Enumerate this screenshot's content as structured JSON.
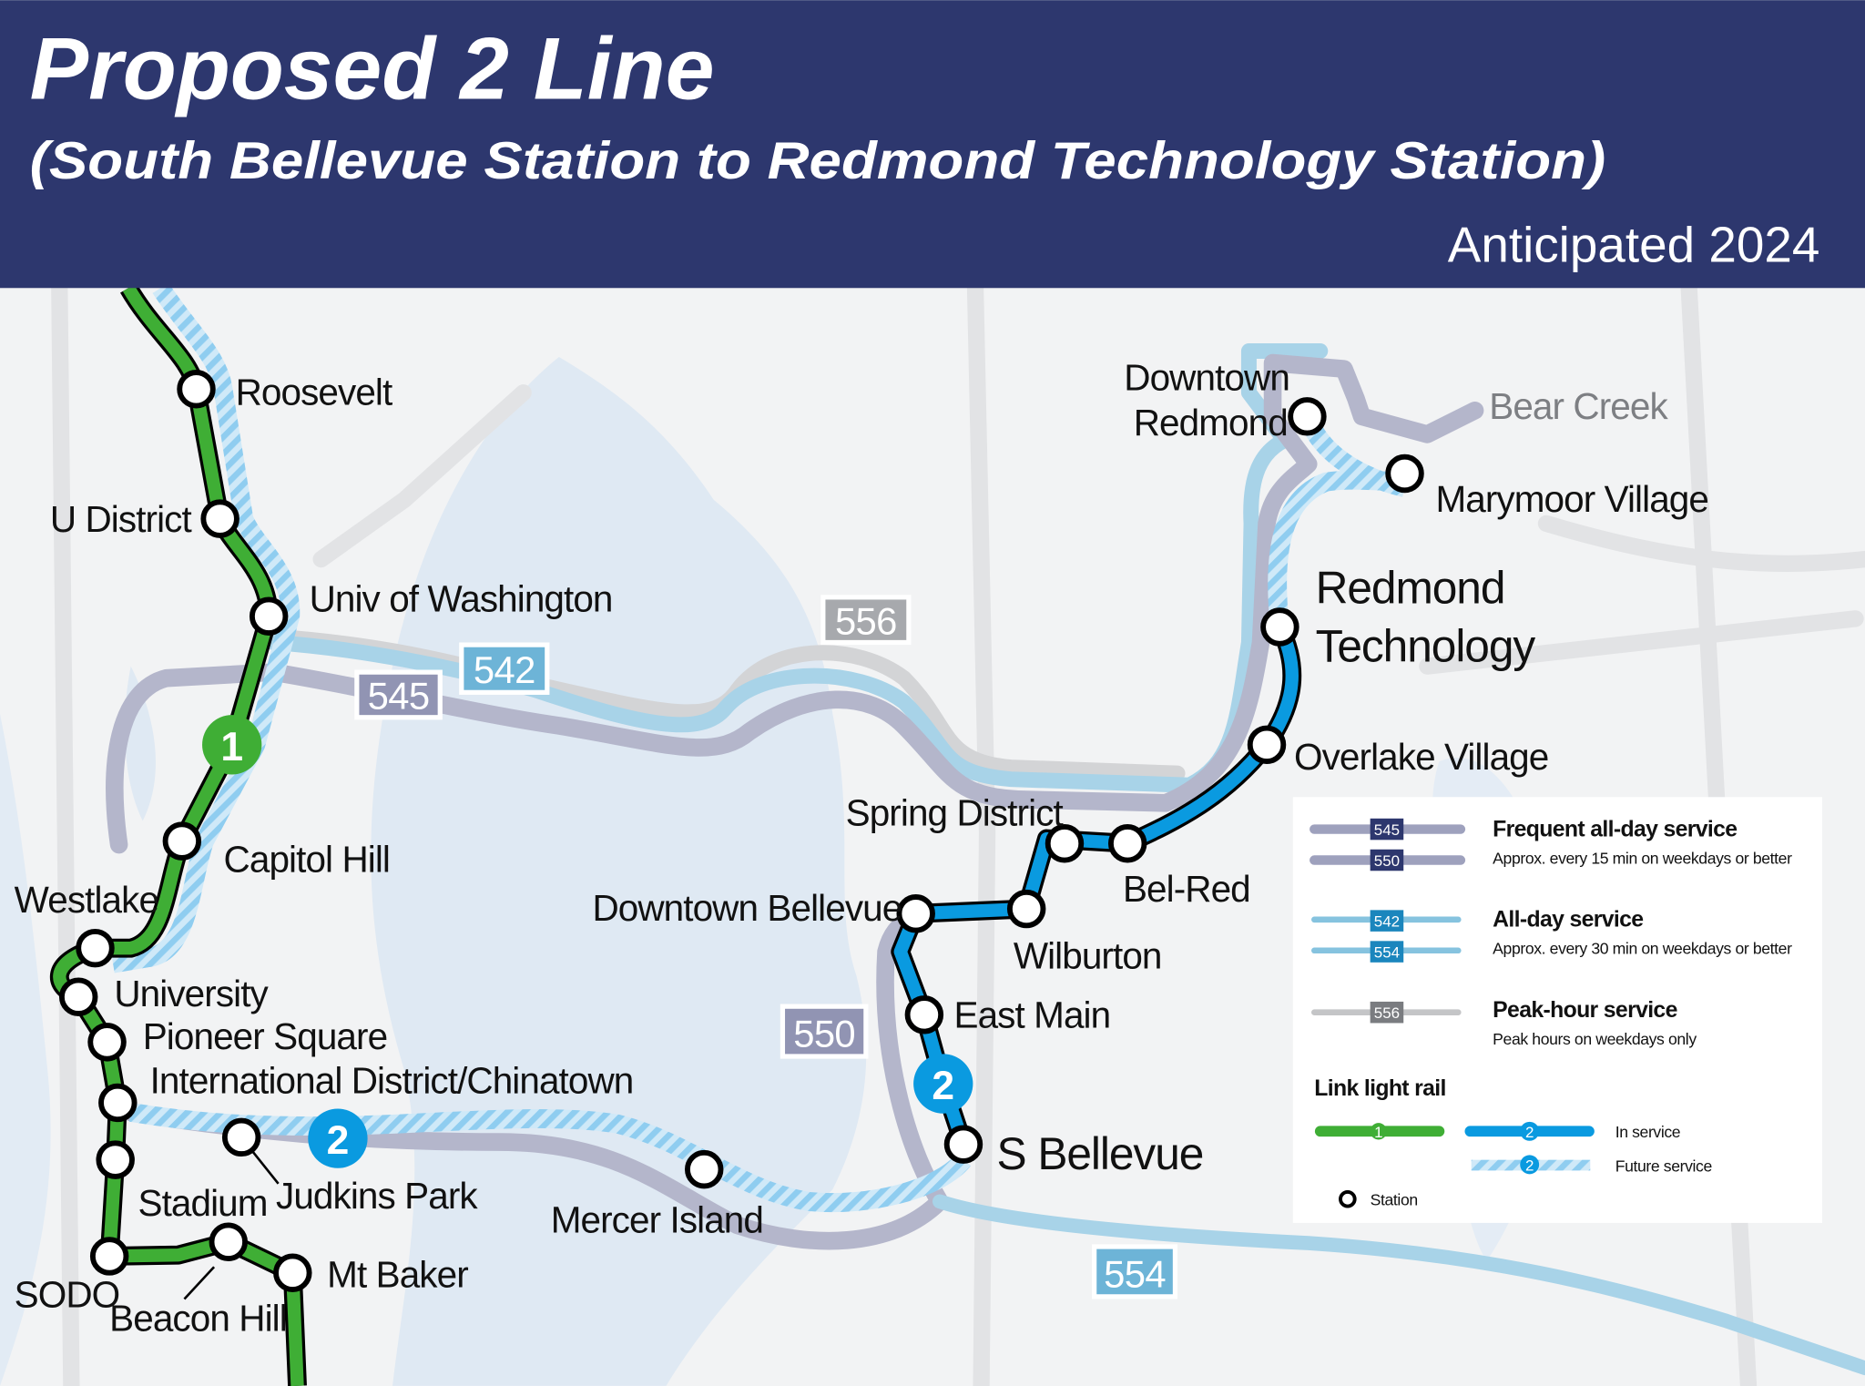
{
  "header": {
    "title": "Proposed 2 Line",
    "subtitle": "(South Bellevue Station to Redmond Technology Station)",
    "date": "Anticipated 2024"
  },
  "colors": {
    "header_bg": "#2d376e",
    "line1": "#3fae35",
    "line2": "#0a9ae0",
    "line2_future": "#a9d9f4",
    "frequent_route": "#9ea1bd",
    "frequent_badge": "#2d376e",
    "allday_route": "#86c3df",
    "allday_badge": "#1b86bd",
    "peak_route": "#c4c5c7",
    "peak_badge": "#7a7c80",
    "water": "#dde8f3",
    "land": "#f2f3f4"
  },
  "line_badges": {
    "line1": "1",
    "line2": "2"
  },
  "stations": {
    "roosevelt": "Roosevelt",
    "u_district": "U District",
    "univ_washington": "Univ of Washington",
    "capitol_hill": "Capitol Hill",
    "westlake": "Westlake",
    "university": "University",
    "pioneer_square": "Pioneer Square",
    "intl_district": "International District/Chinatown",
    "stadium": "Stadium",
    "sodo": "SODO",
    "beacon_hill": "Beacon Hill",
    "mt_baker": "Mt Baker",
    "judkins_park": "Judkins Park",
    "mercer_island": "Mercer Island",
    "s_bellevue": "S Bellevue",
    "east_main": "East Main",
    "downtown_bellevue": "Downtown Bellevue",
    "wilburton": "Wilburton",
    "spring_district": "Spring District",
    "bel_red": "Bel-Red",
    "overlake_village": "Overlake Village",
    "redmond_technology": [
      "Redmond",
      "Technology"
    ],
    "downtown_redmond": [
      "Downtown",
      "Redmond"
    ],
    "marymoor_village": "Marymoor Village"
  },
  "places": {
    "bear_creek": "Bear Creek"
  },
  "routes": {
    "r545": "545",
    "r542": "542",
    "r556": "556",
    "r550": "550",
    "r554": "554"
  },
  "legend": {
    "frequent": {
      "routes": [
        "545",
        "550"
      ],
      "title": "Frequent all-day service",
      "desc": "Approx. every 15 min on weekdays or better"
    },
    "allday": {
      "routes": [
        "542",
        "554"
      ],
      "title": "All-day service",
      "desc": "Approx. every 30 min on weekdays or better"
    },
    "peak": {
      "routes": [
        "556"
      ],
      "title": "Peak-hour service",
      "desc": "Peak hours on weekdays only"
    },
    "link_title": "Link light rail",
    "in_service": "In service",
    "future_service": "Future service",
    "station": "Station"
  }
}
